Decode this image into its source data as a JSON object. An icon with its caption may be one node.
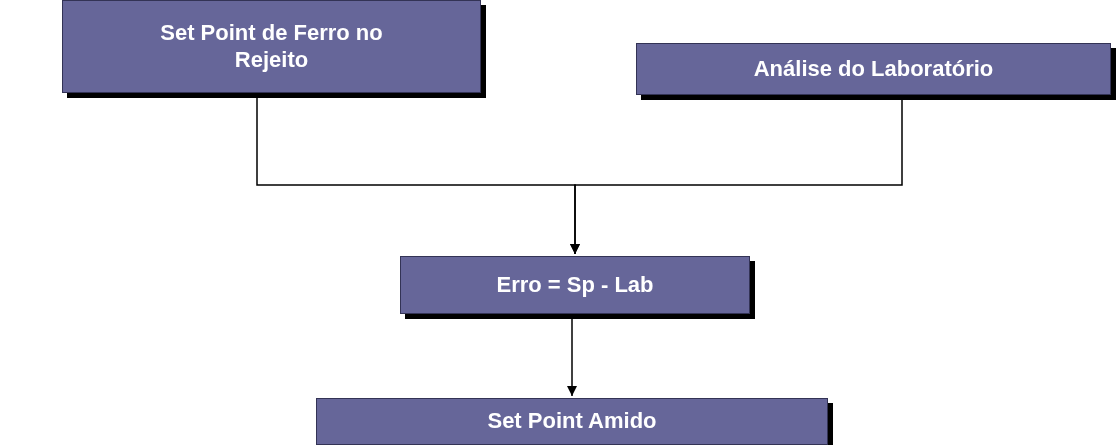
{
  "diagram": {
    "nodes": [
      {
        "text": [
          "Set Point de Ferro no Rejeito"
        ]
      },
      {
        "text": [
          "Análise do Laboratório"
        ]
      },
      {
        "text": [
          "Erro = Sp - Lab"
        ]
      },
      {
        "text": [
          "Set Point Amido"
        ]
      }
    ],
    "edges": [
      {
        "from": 0,
        "to": 2,
        "arrow": "to"
      },
      {
        "from": 1,
        "to": 2,
        "arrow": "to"
      },
      {
        "from": 2,
        "to": 3,
        "arrow": "to"
      }
    ]
  }
}
